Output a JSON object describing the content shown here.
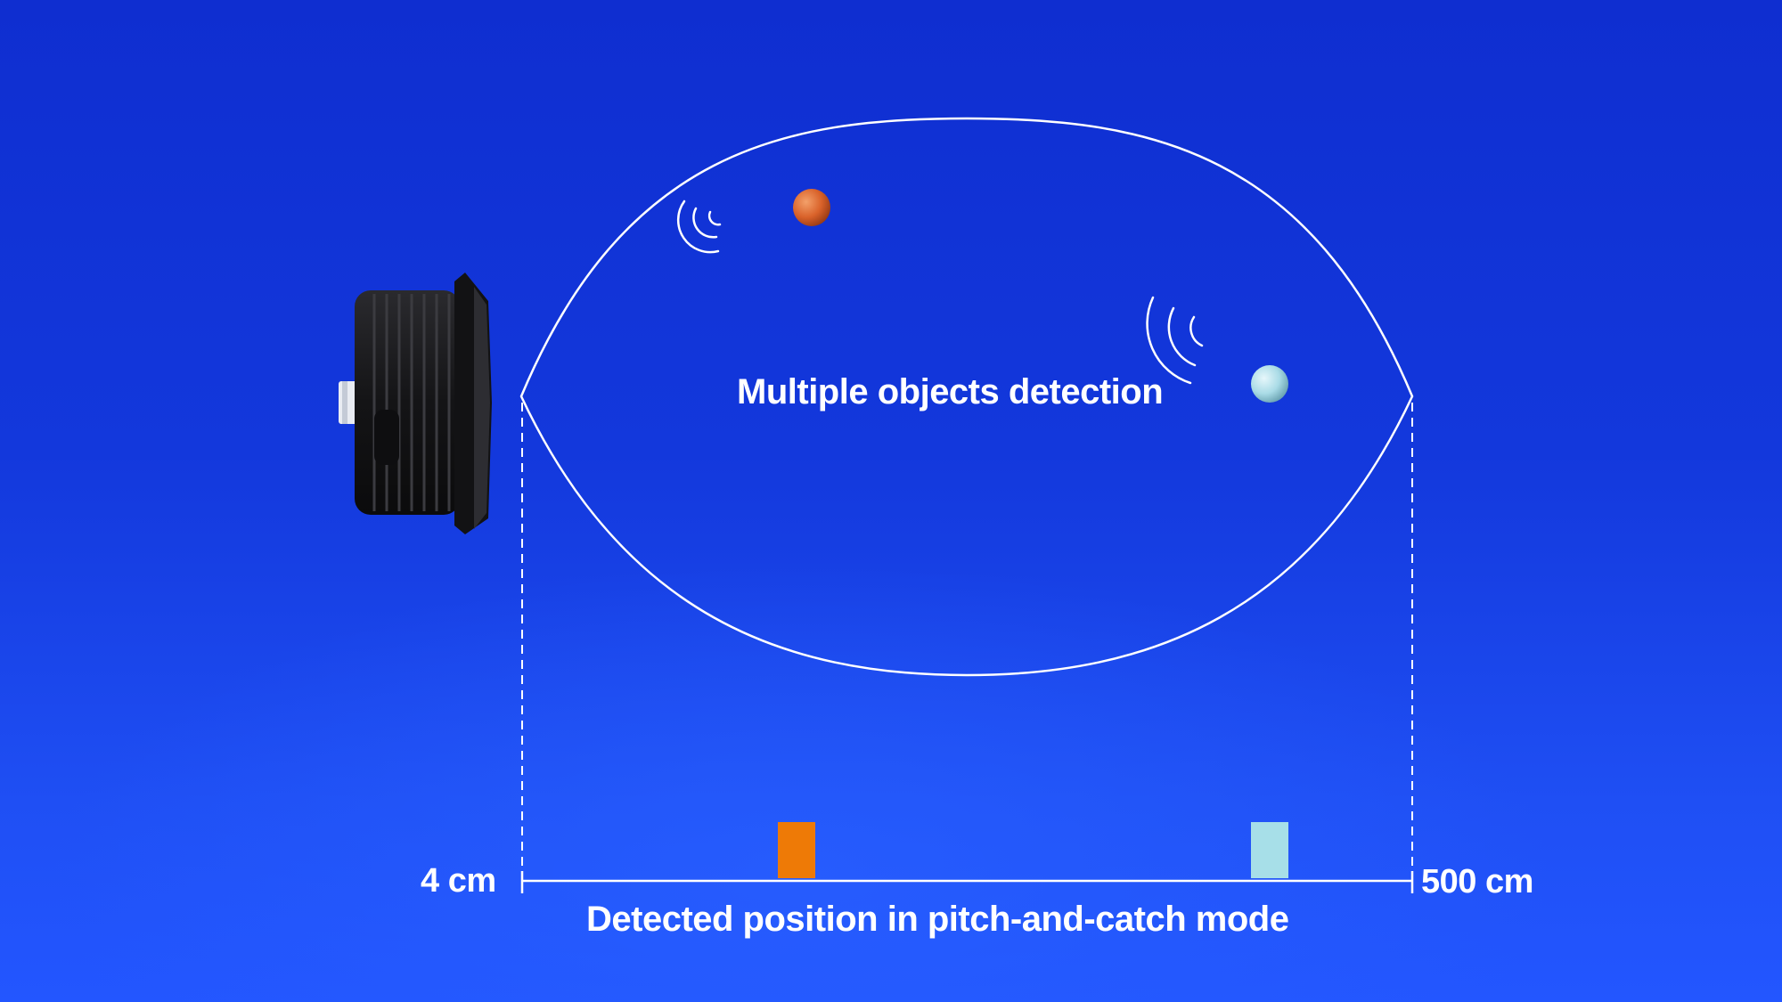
{
  "diagram": {
    "title": "Multiple objects detection",
    "caption": "Detected position in pitch-and-catch mode",
    "range_min_label": "4 cm",
    "range_max_label": "500 cm",
    "range": {
      "min_cm": 4,
      "max_cm": 500
    },
    "objects": [
      {
        "name": "orange-object",
        "color": "#d9622a",
        "marker_color": "#ee7a06"
      },
      {
        "name": "light-blue-object",
        "color": "#a9dbe6",
        "marker_color": "#a7dfe8"
      }
    ],
    "colors": {
      "background": "#1436d6",
      "lines": "#ffffff",
      "sensor": "#1b1b1d"
    }
  }
}
